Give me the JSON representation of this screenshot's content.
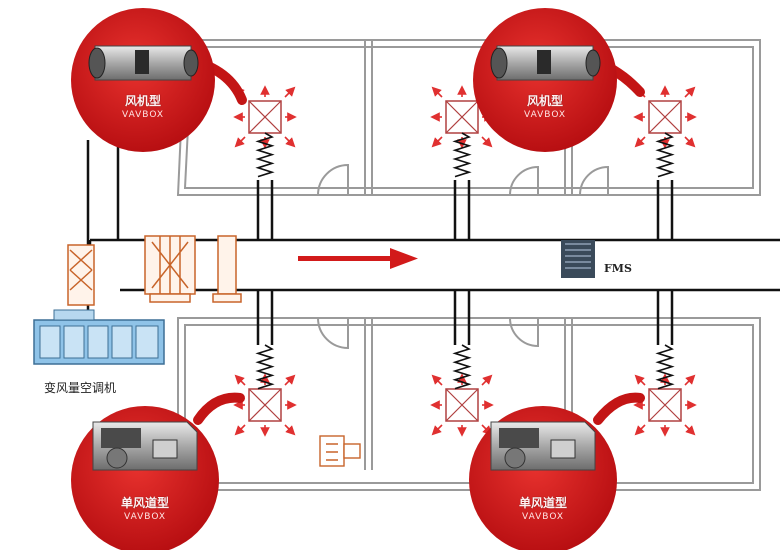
{
  "labels": {
    "ahu": "变风量空调机",
    "fms": "FMS"
  },
  "callouts": [
    {
      "title": "风机型",
      "model": "VAVBOX"
    },
    {
      "title": "风机型",
      "model": "VAVBOX"
    },
    {
      "title": "单风道型",
      "model": "VAVBOX"
    },
    {
      "title": "单风道型",
      "model": "VAVBOX"
    }
  ],
  "colors": {
    "callout": "#d21a1a",
    "duct": "#111111",
    "wall": "#9a9a9a",
    "flow_arrow": "#d21a1a",
    "diffuser_arrows": "#e03030",
    "filter": "#c8642a"
  },
  "icons": [
    "supply-diffuser-icon",
    "flexible-duct-icon",
    "air-handling-unit-icon",
    "fms-sensor-icon",
    "filter-icon",
    "flow-direction-arrow-icon",
    "vav-box-image-icon"
  ]
}
